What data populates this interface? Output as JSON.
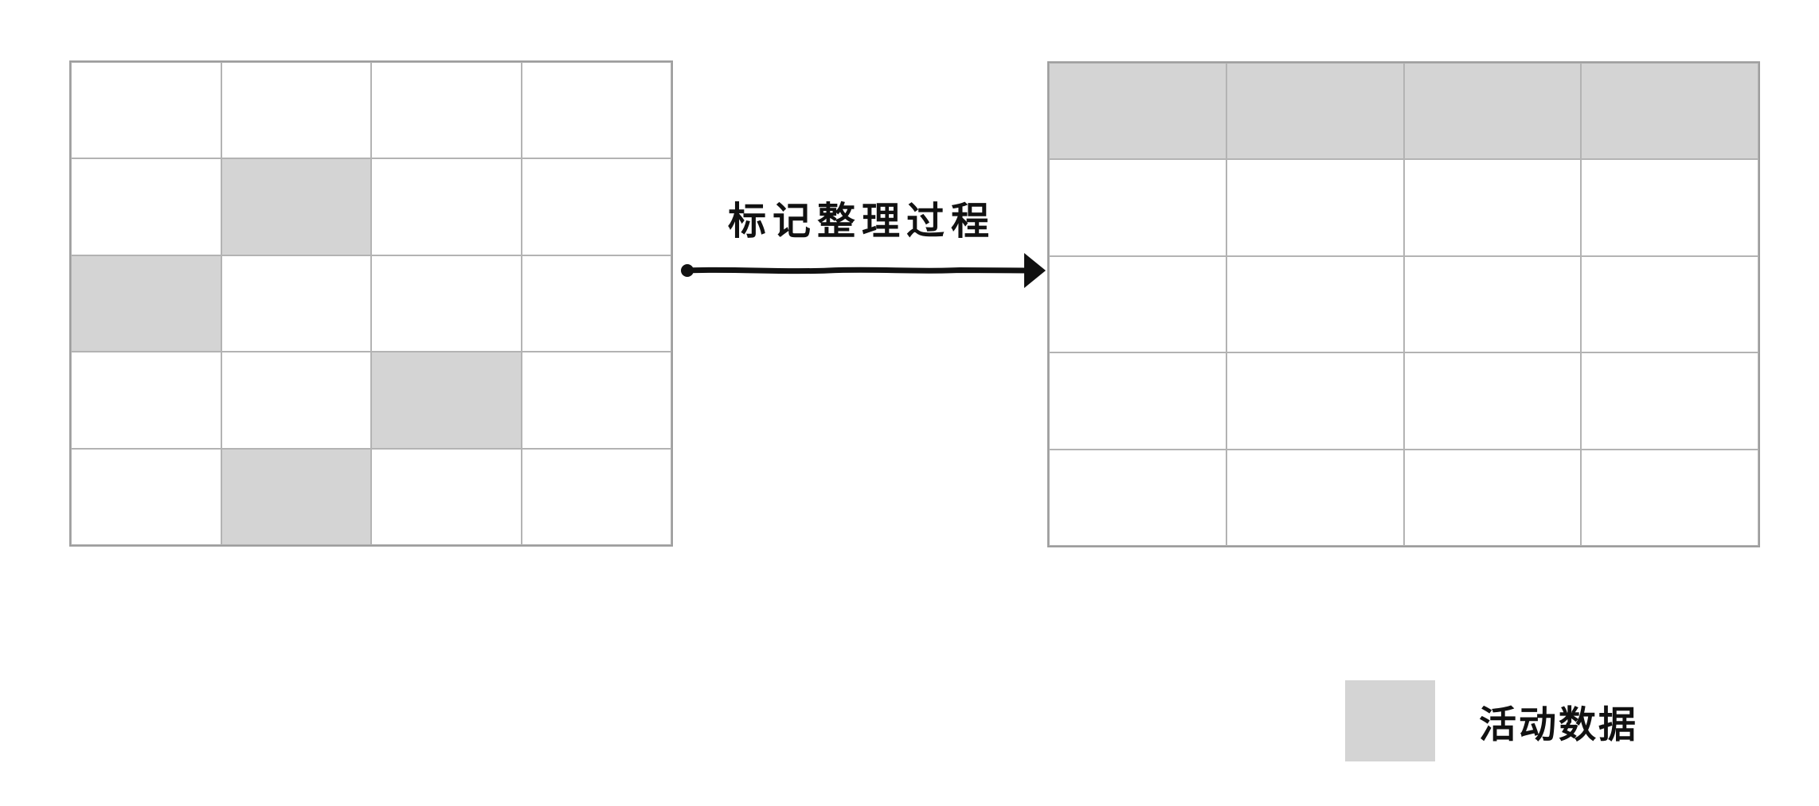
{
  "diagram": {
    "kind": "mark-compact-gc-process",
    "process_label": "标记整理过程",
    "colors": {
      "background": "#ffffff",
      "active_cell": "#d4d4d4",
      "grid_inner_line": "#b3b3b3",
      "grid_outer_line": "#9e9e9e",
      "arrow": "#111111",
      "text": "#111111"
    },
    "grids": {
      "before": {
        "name": "memory-before-compaction",
        "rows": 5,
        "columns": 4,
        "active_cells": [
          [
            1,
            1
          ],
          [
            2,
            0
          ],
          [
            3,
            2
          ],
          [
            4,
            1
          ]
        ]
      },
      "after": {
        "name": "memory-after-compaction",
        "rows": 5,
        "columns": 4,
        "active_cells": [
          [
            0,
            0
          ],
          [
            0,
            1
          ],
          [
            0,
            2
          ],
          [
            0,
            3
          ]
        ]
      }
    },
    "arrow": {
      "direction": "right",
      "style": "hand-drawn, round start dot, solid triangular head"
    },
    "legend": {
      "swatch_color": "#d4d4d4",
      "label": "活动数据"
    }
  }
}
